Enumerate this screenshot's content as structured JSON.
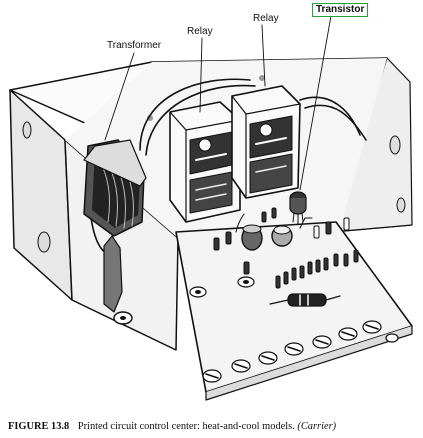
{
  "callouts": {
    "transformer": "Transformer",
    "relay_1": "Relay",
    "relay_2": "Relay",
    "transistor": "Transistor"
  },
  "caption": {
    "number": "FIGURE 13.8",
    "text": "Printed circuit control center: heat-and-cool models.",
    "credit": "(Carrier)"
  },
  "colors": {
    "transistor_highlight": "#22a33a",
    "ink": "#111111",
    "paper": "#ffffff"
  }
}
